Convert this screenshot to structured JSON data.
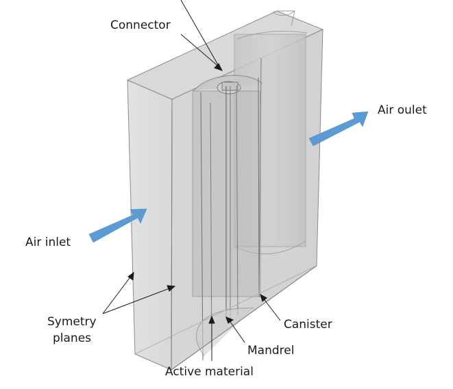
{
  "labels": {
    "connector": "Connector",
    "air_outlet": "Air oulet",
    "air_inlet": "Air inlet",
    "symmetry_line1": "Symetry",
    "symmetry_line2": "planes",
    "canister": "Canister",
    "mandrel": "Mandrel",
    "active_material": "Active material"
  },
  "colors": {
    "flow_arrow": "#5b9bd5",
    "annotation": "#1a1a1a",
    "body_edge": "#8a8a8a"
  }
}
